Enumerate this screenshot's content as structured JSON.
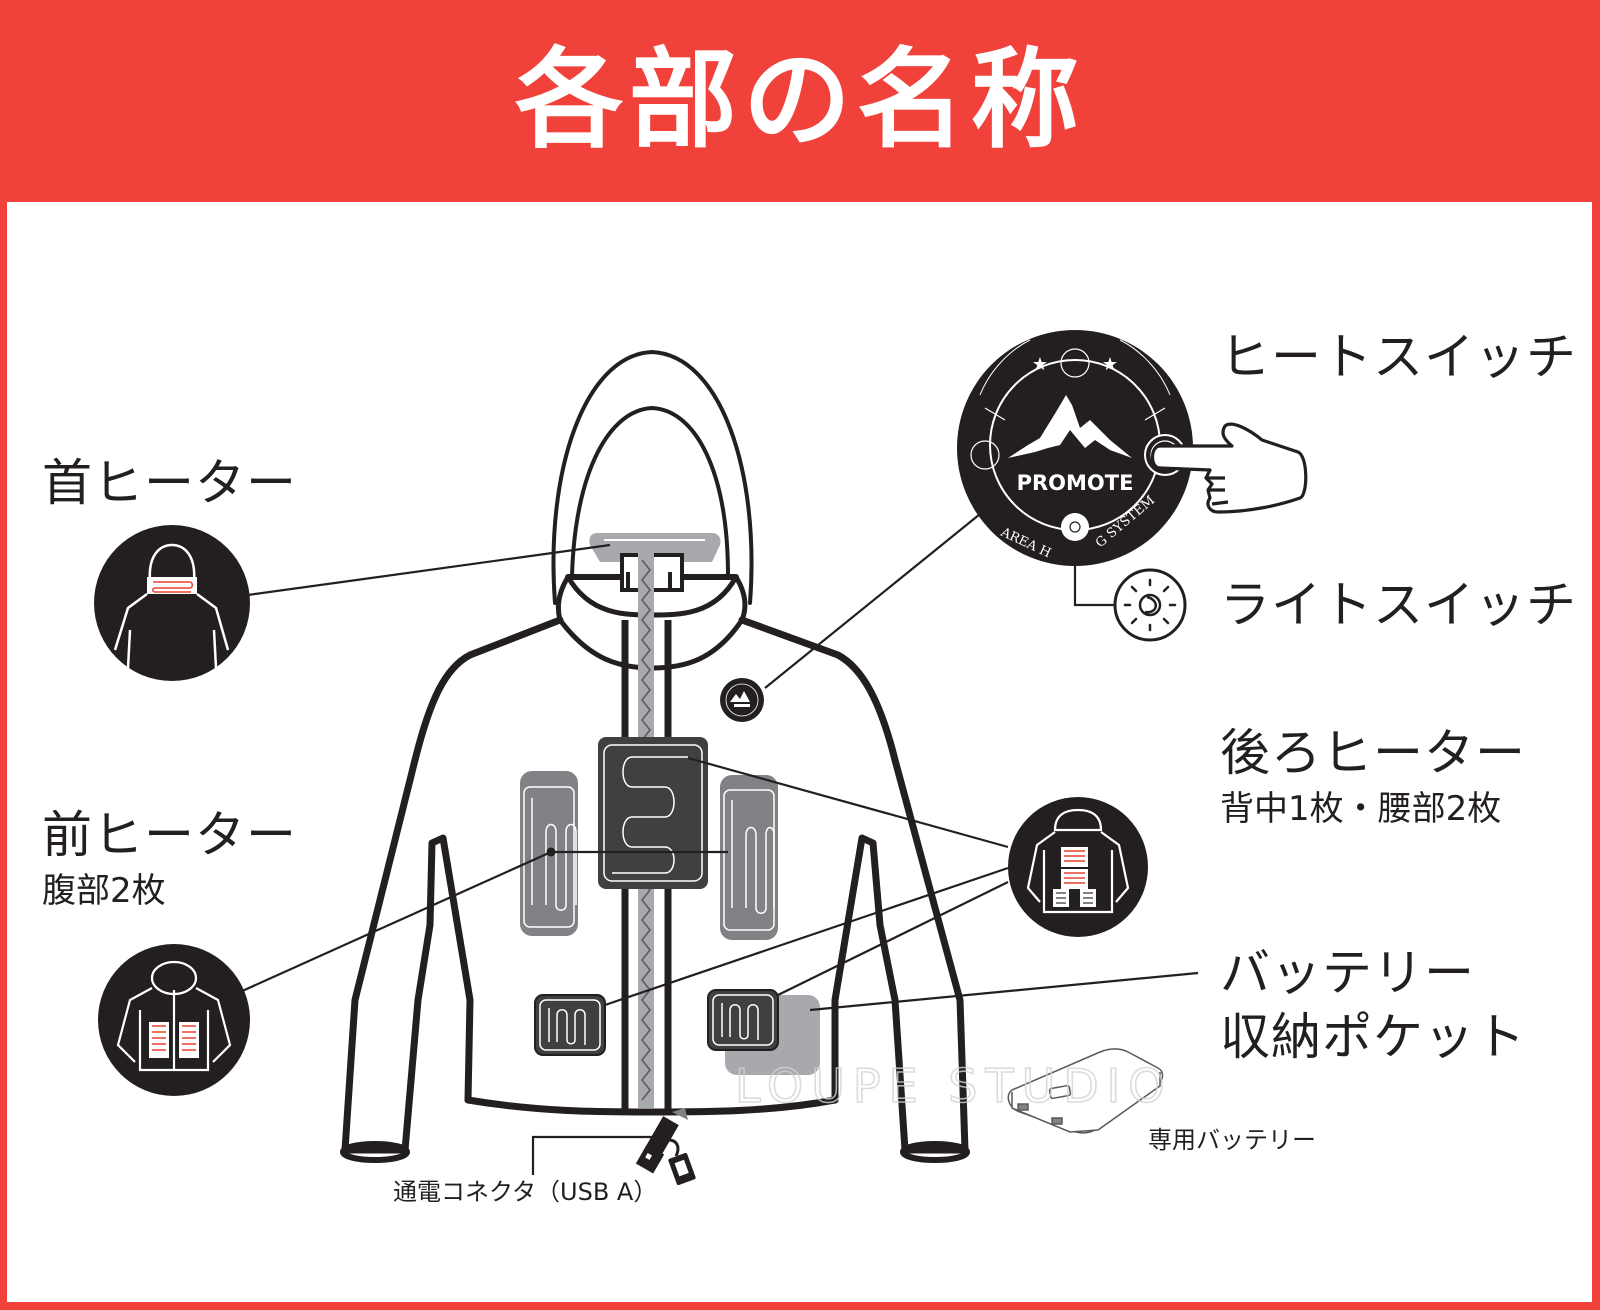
{
  "header": {
    "title": "各部の名称",
    "background_color": "#f0413a",
    "text_color": "#ffffff"
  },
  "labels": {
    "neck_heater": "首ヒーター",
    "front_heater": "前ヒーター",
    "front_heater_sub": "腹部2枚",
    "heat_switch": "ヒートスイッチ",
    "light_switch": "ライトスイッチ",
    "back_heater": "後ろヒーター",
    "back_heater_sub": "背中1枚・腰部2枚",
    "battery_pocket_line1": "バッテリー",
    "battery_pocket_line2": "収納ポケット",
    "dedicated_battery": "専用バッテリー",
    "usb_connector": "通電コネクタ（USB A）"
  },
  "switch_badge": {
    "brand": "PROMOTE",
    "ring_text_left": "AREA H",
    "ring_text_right": "G SYSTEM"
  },
  "watermark": "LOUPE STUDIO",
  "colors": {
    "ink": "#231f20",
    "heater_red": "#e8412f",
    "pad_light_gray": "#808285",
    "pad_dark_gray": "#3f4042",
    "pocket_gray": "#a7a9ac"
  }
}
